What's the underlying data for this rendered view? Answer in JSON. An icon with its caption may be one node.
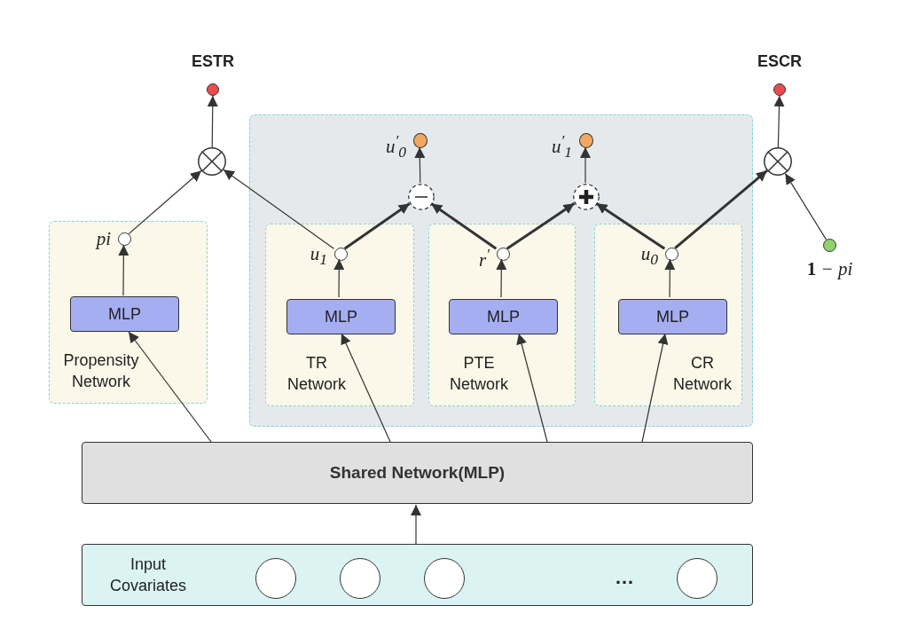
{
  "diagram": {
    "nodes": [
      {
        "text": [],
        "shape": "circle",
        "beside": [
          "ESTR"
        ]
      },
      {
        "text": [],
        "shape": "circle",
        "beside": [
          "ESCR"
        ]
      },
      {
        "text": [],
        "shape": "circle"
      },
      {
        "text": [],
        "shape": "circle"
      },
      {
        "text": [],
        "shape": "box"
      },
      {
        "text": [],
        "shape": "circle",
        "in": 4,
        "beside": [
          "u$^{′}$$_{0}$"
        ]
      },
      {
        "text": [],
        "shape": "circle",
        "in": 4,
        "beside": [
          "u$^{′}$$_{1}$"
        ]
      },
      {
        "text": [],
        "shape": "circle",
        "in": 4
      },
      {
        "text": [],
        "shape": "circle",
        "in": 4
      },
      {
        "text": [
          "Propensity Network"
        ]
      },
      {
        "text": [
          "MLP"
        ],
        "in": 9
      },
      {
        "text": [],
        "shape": "circle",
        "in": 9,
        "beside": [
          "pi"
        ]
      },
      {
        "text": [
          "TR Network"
        ],
        "in": 4
      },
      {
        "text": [
          "MLP"
        ],
        "in": 12
      },
      {
        "text": [],
        "shape": "circle",
        "in": 12,
        "beside": [
          "u$_{1}$"
        ]
      },
      {
        "text": [
          "PTE Network"
        ],
        "in": 4
      },
      {
        "text": [
          "MLP"
        ],
        "in": 15
      },
      {
        "text": [],
        "shape": "circle",
        "in": 15,
        "beside": [
          "r$^{′}$"
        ]
      },
      {
        "text": [
          "CR Network"
        ],
        "in": 4
      },
      {
        "text": [
          "MLP"
        ],
        "in": 18
      },
      {
        "text": [],
        "shape": "circle",
        "in": 18,
        "beside": [
          "u$_{0}$"
        ]
      },
      {
        "text": [],
        "shape": "circle",
        "beside": [
          "**1** − pi"
        ]
      },
      {
        "text": [
          "Shared Network(MLP)"
        ]
      },
      {
        "text": [
          "Input Covariates"
        ]
      },
      {
        "text": [],
        "shape": "circle",
        "in": 23
      },
      {
        "text": [],
        "shape": "circle",
        "in": 23
      },
      {
        "text": [],
        "shape": "circle",
        "in": 23
      },
      {
        "text": [],
        "shape": "circle",
        "in": 23
      }
    ],
    "edges": [
      {
        "from": 11,
        "to": 2,
        "arrow": "to"
      },
      {
        "from": 14,
        "to": 2,
        "arrow": "to"
      },
      {
        "from": 2,
        "to": 0,
        "arrow": "to"
      },
      {
        "from": 14,
        "to": 7,
        "arrow": "to",
        "style": "thick"
      },
      {
        "from": 17,
        "to": 7,
        "arrow": "to",
        "style": "thick"
      },
      {
        "from": 7,
        "to": 5,
        "arrow": "to"
      },
      {
        "from": 17,
        "to": 8,
        "arrow": "to",
        "style": "thick"
      },
      {
        "from": 20,
        "to": 8,
        "arrow": "to",
        "style": "thick"
      },
      {
        "from": 8,
        "to": 6,
        "arrow": "to"
      },
      {
        "from": 20,
        "to": 3,
        "arrow": "to",
        "style": "thick"
      },
      {
        "from": 21,
        "to": 3,
        "arrow": "to"
      },
      {
        "from": 3,
        "to": 1,
        "arrow": "to"
      },
      {
        "from": 10,
        "to": 11,
        "arrow": "to"
      },
      {
        "from": 13,
        "to": 14,
        "arrow": "to"
      },
      {
        "from": 16,
        "to": 17,
        "arrow": "to"
      },
      {
        "from": 19,
        "to": 20,
        "arrow": "to"
      },
      {
        "from": 22,
        "to": 10,
        "arrow": "to"
      },
      {
        "from": 22,
        "to": 13,
        "arrow": "to"
      },
      {
        "from": 22,
        "to": 16,
        "arrow": "to"
      },
      {
        "from": 22,
        "to": 19,
        "arrow": "to"
      },
      {
        "from": 23,
        "to": 22,
        "arrow": "to"
      }
    ],
    "labels": [
      "…"
    ]
  }
}
